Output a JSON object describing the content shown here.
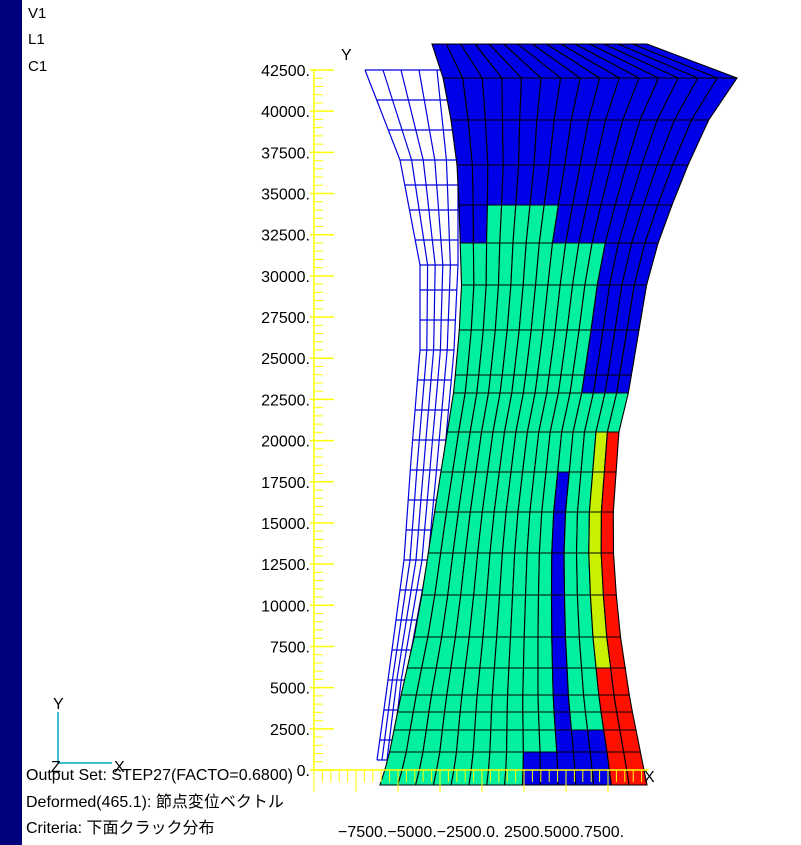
{
  "view_labels": {
    "view": "V1",
    "layer": "L1",
    "color": "C1"
  },
  "info": {
    "output_set": "Output Set: STEP27(FACTO=0.6800)",
    "deformed": "Deformed(465.1): 節点変位ベクトル",
    "criteria": "Criteria: 下面クラック分布"
  },
  "axes": {
    "y_name": "Y",
    "x_name": "X",
    "y_ticks": [
      "42500.",
      "40000.",
      "37500.",
      "35000.",
      "32500.",
      "30000.",
      "27500.",
      "25000.",
      "22500.",
      "20000.",
      "17500.",
      "15000.",
      "12500.",
      "10000.",
      "7500.",
      "5000.",
      "2500.",
      "0."
    ],
    "x_tick_labels": "−7500.−5000.−2500.0. 2500.5000.7500."
  },
  "triad": {
    "y": "Y",
    "x": "X",
    "z": "Z"
  },
  "colors": {
    "background": "#ffffff",
    "frame": "#00007a",
    "axis": "#ffff00",
    "undeformed_mesh": "#0000e0",
    "mesh_lines": "#000000",
    "uncracked": "#00f0a0",
    "top_region": "#0000e8",
    "crack_a": "#0000e8",
    "crack_b": "#c8f000",
    "crack_c": "#ff1000"
  }
}
